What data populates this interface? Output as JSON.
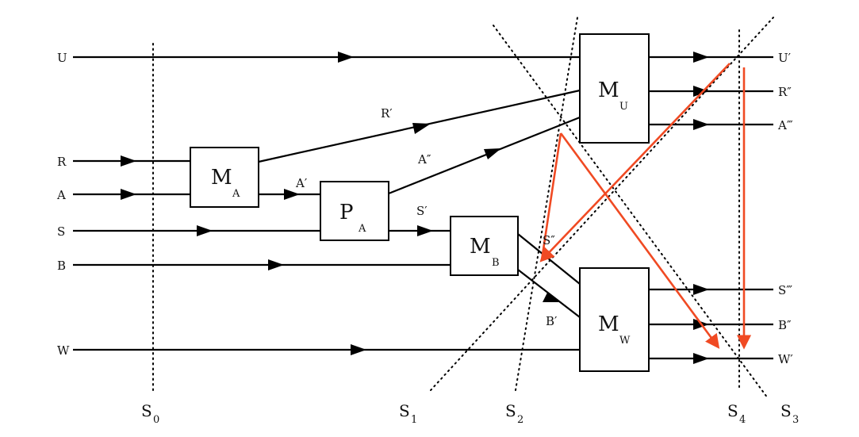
{
  "inputs": [
    "U",
    "R",
    "A",
    "S",
    "B",
    "W"
  ],
  "outputs": [
    "U′",
    "R″",
    "A‴",
    "S‴",
    "B″",
    "W′"
  ],
  "intermediates": {
    "r_prime": "R′",
    "a_double": "A″",
    "a_prime": "A′",
    "s_prime": "S′",
    "s_double": "S″",
    "b_prime": "B′"
  },
  "boxes": {
    "ma": {
      "main": "M",
      "sub": "A"
    },
    "pa": {
      "main": "P",
      "sub": "A"
    },
    "mb": {
      "main": "M",
      "sub": "B"
    },
    "mu": {
      "main": "M",
      "sub": "U"
    },
    "mw": {
      "main": "M",
      "sub": "W"
    }
  },
  "cuts": [
    {
      "main": "S",
      "sub": "0"
    },
    {
      "main": "S",
      "sub": "1"
    },
    {
      "main": "S",
      "sub": "2"
    },
    {
      "main": "S",
      "sub": "4"
    },
    {
      "main": "S",
      "sub": "3"
    }
  ],
  "colors": {
    "line": "#000000",
    "highlight": "#f04a23"
  }
}
